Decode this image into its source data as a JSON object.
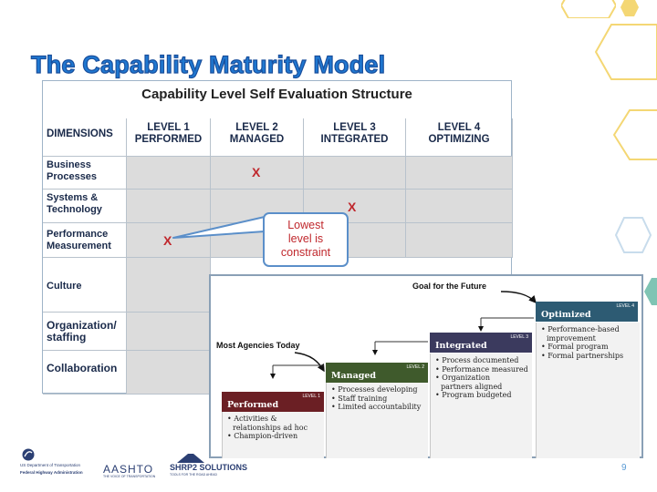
{
  "slide": {
    "title": "The Capability Maturity Model",
    "page_number": "9"
  },
  "capability_table": {
    "title": "Capability Level Self Evaluation Structure",
    "dimensions_header": "DIMENSIONS",
    "levels": [
      {
        "line1": "LEVEL 1",
        "line2": "PERFORMED"
      },
      {
        "line1": "LEVEL 2",
        "line2": "MANAGED"
      },
      {
        "line1": "LEVEL 3",
        "line2": "INTEGRATED"
      },
      {
        "line1": "LEVEL 4",
        "line2": "OPTIMIZING"
      }
    ],
    "rows": [
      {
        "line1": "Business",
        "line2": "Processes"
      },
      {
        "line1": "Systems &",
        "line2": "Technology"
      },
      {
        "line1": "Performance",
        "line2": "Measurement"
      },
      {
        "line1": "Culture",
        "line2": ""
      },
      {
        "line1": "Organization/",
        "line2": "staffing"
      },
      {
        "line1": "Collaboration",
        "line2": ""
      }
    ],
    "marks": {
      "business_processes": "X",
      "systems_technology": "X",
      "performance_measurement": "X"
    },
    "callout": {
      "line1": "Lowest",
      "line2": "level is",
      "line3": "constraint"
    }
  },
  "staircase": {
    "goal_label": "Goal for the Future",
    "most_label": "Most Agencies Today",
    "steps": [
      {
        "name": "Performed",
        "level": "LEVEL 1",
        "color": "#6b1f24",
        "bullets": [
          "• Activities &",
          "relationships ad hoc",
          "• Champion-driven"
        ]
      },
      {
        "name": "Managed",
        "level": "LEVEL 2",
        "color": "#3f5a2c",
        "bullets": [
          "• Processes developing",
          "• Staff training",
          "• Limited accountability"
        ]
      },
      {
        "name": "Integrated",
        "level": "LEVEL 3",
        "color": "#3b3a5e",
        "bullets": [
          "• Process documented",
          "• Performance measured",
          "• Organization",
          "partners aligned",
          "• Program budgeted"
        ]
      },
      {
        "name": "Optimized",
        "level": "LEVEL 4",
        "color": "#2d5b73",
        "bullets": [
          "• Performance-based",
          "improvement",
          "• Formal program",
          "• Formal partnerships"
        ]
      }
    ]
  },
  "footer": {
    "dot_line1": "US Department of Transportation",
    "dot_line2": "Federal Highway Administration",
    "aashto": "AASHTO",
    "aashto_tag": "THE VOICE OF TRANSPORTATION",
    "shrp2": "SHRP2 SOLUTIONS",
    "shrp2_tag": "TOOLS FOR THE ROAD AHEAD"
  },
  "colors": {
    "title": "#1f78d1",
    "hex_gold": "#f4d774",
    "hex_blue": "#c8dcec",
    "hex_teal": "#7fc4b4",
    "x_mark": "#c0282d"
  }
}
